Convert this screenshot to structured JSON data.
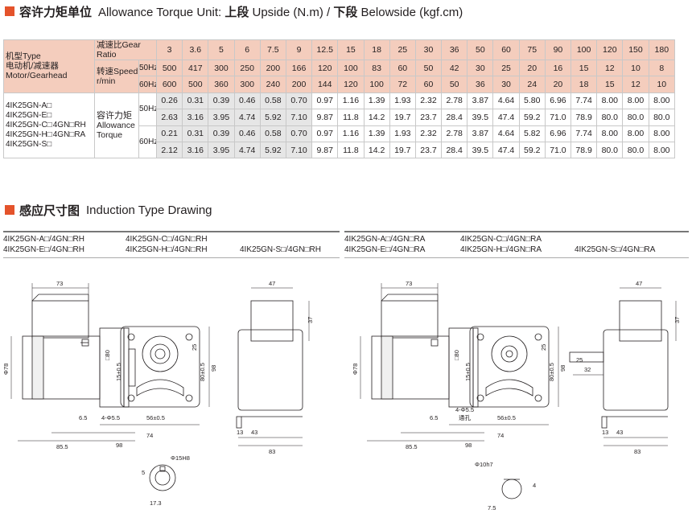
{
  "section1": {
    "cn": "容许力矩单位",
    "en_prefix": "Allowance Torque Unit: ",
    "upper_cn": "上段",
    "upper_en": " Upside (N.m) / ",
    "lower_cn": "下段",
    "lower_en": " Belowside (kgf.cm)"
  },
  "table": {
    "model_label_cn": "机型Type",
    "model_label_en1": "电动机/减速器",
    "model_label_en2": "Motor/Gearhead",
    "ratio_label": "减速比Gear Ratio",
    "speed_label1": "转速Speed",
    "speed_label2": "r/min",
    "hz50": "50Hz",
    "hz60": "60Hz",
    "ratios": [
      "3",
      "3.6",
      "5",
      "6",
      "7.5",
      "9",
      "12.5",
      "15",
      "18",
      "25",
      "30",
      "36",
      "50",
      "60",
      "75",
      "90",
      "100",
      "120",
      "150",
      "180"
    ],
    "speed50": [
      "500",
      "417",
      "300",
      "250",
      "200",
      "166",
      "120",
      "100",
      "83",
      "60",
      "50",
      "42",
      "30",
      "25",
      "20",
      "16",
      "15",
      "12",
      "10",
      "8"
    ],
    "speed60": [
      "600",
      "500",
      "360",
      "300",
      "240",
      "200",
      "144",
      "120",
      "100",
      "72",
      "60",
      "50",
      "36",
      "30",
      "24",
      "20",
      "18",
      "15",
      "12",
      "10"
    ],
    "motors": [
      "4IK25GN-A□",
      "4IK25GN-E□",
      "4IK25GN-C□",
      "4IK25GN-H□",
      "4IK25GN-S□"
    ],
    "gear1": "4GN□RH",
    "gear2": "4GN□RA",
    "torque_label1": "容许力矩",
    "torque_label2": "Allowance",
    "torque_label3": "Torque",
    "t50_nm": [
      "0.26",
      "0.31",
      "0.39",
      "0.46",
      "0.58",
      "0.70",
      "0.97",
      "1.16",
      "1.39",
      "1.93",
      "2.32",
      "2.78",
      "3.87",
      "4.64",
      "5.80",
      "6.96",
      "7.74",
      "8.00",
      "8.00",
      "8.00"
    ],
    "t50_kgf": [
      "2.63",
      "3.16",
      "3.95",
      "4.74",
      "5.92",
      "7.10",
      "9.87",
      "11.8",
      "14.2",
      "19.7",
      "23.7",
      "28.4",
      "39.5",
      "47.4",
      "59.2",
      "71.0",
      "78.9",
      "80.0",
      "80.0",
      "80.0"
    ],
    "t60_nm": [
      "0.21",
      "0.31",
      "0.39",
      "0.46",
      "0.58",
      "0.70",
      "0.97",
      "1.16",
      "1.39",
      "1.93",
      "2.32",
      "2.78",
      "3.87",
      "4.64",
      "5.82",
      "6.96",
      "7.74",
      "8.00",
      "8.00",
      "8.00"
    ],
    "t60_kgf": [
      "2.12",
      "3.16",
      "3.95",
      "4.74",
      "5.92",
      "7.10",
      "9.87",
      "11.8",
      "14.2",
      "19.7",
      "23.7",
      "28.4",
      "39.5",
      "47.4",
      "59.2",
      "71.0",
      "78.9",
      "80.0",
      "80.0",
      "8.00"
    ]
  },
  "section2": {
    "cn": "感应尺寸图",
    "en": "Induction Type Drawing"
  },
  "models_rh": [
    "4IK25GN-A□/4GN□RH",
    "4IK25GN-E□/4GN□RH",
    "4IK25GN-C□/4GN□RH",
    "4IK25GN-H□/4GN□RH",
    "4IK25GN-S□/4GN□RH"
  ],
  "models_ra": [
    "4IK25GN-A□/4GN□RA",
    "4IK25GN-E□/4GN□RA",
    "4IK25GN-C□/4GN□RA",
    "4IK25GN-H□/4GN□RA",
    "4IK25GN-S□/4GN□RA"
  ],
  "dims": {
    "d73": "73",
    "d47": "47",
    "d37": "37",
    "phi78": "Φ78",
    "sq80": "□80",
    "d25": "25",
    "d15": "15±0.5",
    "d80": "80±0.5",
    "d98": "98",
    "d65": "6.5",
    "phi55": "4-Φ5.5",
    "d56": "56±0.5",
    "d74": "74",
    "d855": "85.5",
    "d43": "43",
    "d13": "13",
    "d83": "83",
    "shaft_rh": "Φ15H8",
    "key5": "5",
    "key173": "17.3",
    "phi55b": "4-Φ5.5",
    "through": "通孔",
    "d32": "32",
    "d25b": "25",
    "shaft_ra": "Φ10h7",
    "key4": "4",
    "key75": "7.5"
  },
  "colors": {
    "accent": "#e4532b",
    "header_bg": "#f4cdbd",
    "cell_gray": "#e6e6e6"
  }
}
